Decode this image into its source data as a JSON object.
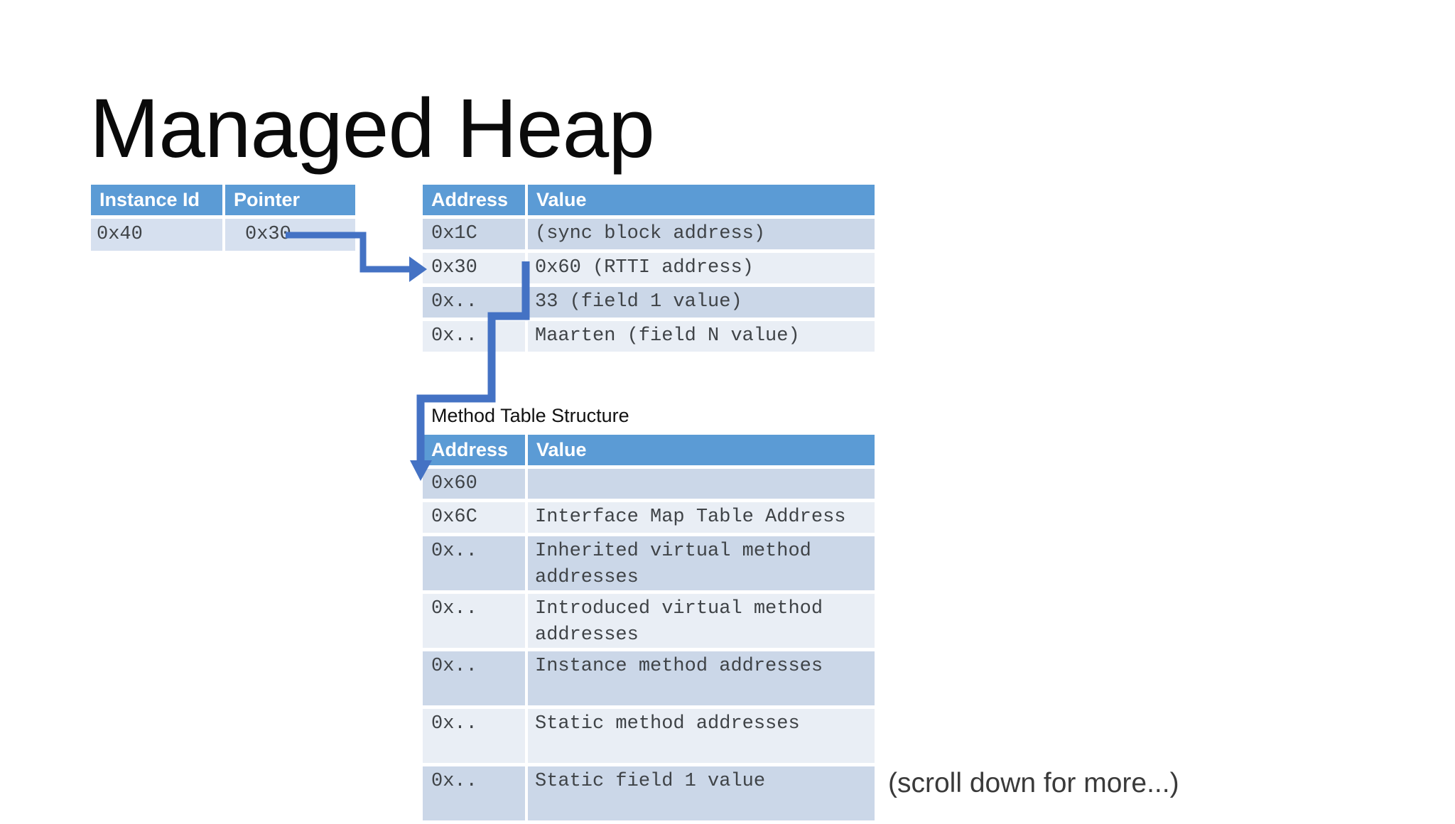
{
  "slide": {
    "title": "Managed Heap",
    "scroll_note": "(scroll down for more...)"
  },
  "instance_table": {
    "headers": [
      "Instance Id",
      "Pointer"
    ],
    "rows": [
      [
        "0x40",
        "0x30"
      ]
    ]
  },
  "object_table": {
    "headers": [
      "Address",
      "Value"
    ],
    "rows": [
      [
        "0x1C",
        "(sync block address)"
      ],
      [
        "0x30",
        "0x60 (RTTI address)"
      ],
      [
        "0x..",
        "33 (field 1 value)"
      ],
      [
        "0x..",
        "Maarten (field N value)"
      ]
    ]
  },
  "method_table": {
    "label": "Method Table Structure",
    "headers": [
      "Address",
      "Value"
    ],
    "rows": [
      [
        "0x60",
        ""
      ],
      [
        "0x6C",
        "Interface Map Table Address"
      ],
      [
        "0x..",
        "Inherited virtual method addresses"
      ],
      [
        "0x..",
        "Introduced virtual method addresses"
      ],
      [
        "0x..",
        "Instance method addresses"
      ],
      [
        "0x..",
        "Static method addresses"
      ],
      [
        "0x..",
        "Static field 1 value"
      ]
    ]
  },
  "colors": {
    "table_header": "#5B9BD5",
    "band_dark": "#CBD7E8",
    "band_light": "#E9EEF5",
    "instance_row": "#D6E0EF",
    "arrow": "#4472C4"
  }
}
